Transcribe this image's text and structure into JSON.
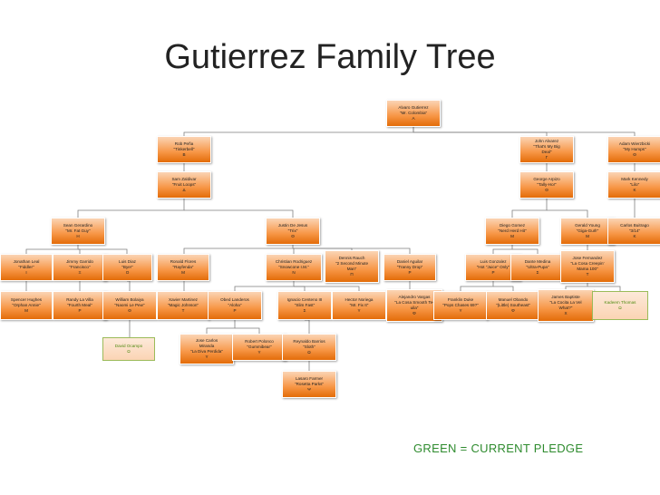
{
  "title": "Gutierrez Family Tree",
  "legend": "GREEN = CURRENT PLEDGE",
  "colors": {
    "node": "#f79646",
    "node_border": "#ffffff",
    "pledge_border": "#9bbb59",
    "pledge_text": "#4f8a10",
    "legend": "#2e8b2e",
    "connector": "#7f7f7f"
  },
  "nodes": [
    {
      "id": "n1",
      "text": "Alvaro Gutierrez\n\"Mr. Colombia\"\nA"
    },
    {
      "id": "n2",
      "text": "Rob Peña\n\"Tinkerbell\"\nB"
    },
    {
      "id": "n3",
      "text": "Sam Zaldivar\n\"Fruit Loops\"\nΔ"
    },
    {
      "id": "n4",
      "text": "John Alvarez\n\"That's My Big\nDeal\"\nΓ"
    },
    {
      "id": "n5",
      "text": "Adam Wierzbicki\n\"My Humps\"\nΘ"
    },
    {
      "id": "n6",
      "text": "George Arpizo\n\"Tally-Ho!\"\nΘ"
    },
    {
      "id": "n7",
      "text": "Mark Kennedy\n\"Lilo\"\nK"
    },
    {
      "id": "n8",
      "text": "Sean Gerardino\n\"Mr. Fat Guy\"\nH"
    },
    {
      "id": "n9",
      "text": "Justin De Jesus\n\"Trix\"\nΘ"
    },
    {
      "id": "n10",
      "text": "Diego Gomez\n\"Nerd Herd Hit\"\nM"
    },
    {
      "id": "n11",
      "text": "Gerald Young\n\"Giga-Gurl!\"\nM"
    },
    {
      "id": "n12",
      "text": "Carlos Buitrago\n\"3/14\"\nK"
    },
    {
      "id": "n13",
      "text": "Jonathan Leal\n\"Fiddler\"\nI"
    },
    {
      "id": "n14",
      "text": "Jimmy Garrido\n\"Francisco\"\nΞ"
    },
    {
      "id": "n15",
      "text": "Luis Diaz\n\"Bye!\"\nO"
    },
    {
      "id": "n16",
      "text": "Ronald Flores\n\"Rayfenda\"\nM"
    },
    {
      "id": "n17",
      "text": "Christian Rodriguez\n\"Snowcone I.M.\"\nN"
    },
    {
      "id": "n18",
      "text": "Dennis Rauch\n\"2 Second Minute\nMan\"\nΠ"
    },
    {
      "id": "n19",
      "text": "Daniel Aguilar\n\"Tranny Drop\"\nP"
    },
    {
      "id": "n20",
      "text": "Luis Gonzalez\n\"Hot \"Juice\" Only\"\nP"
    },
    {
      "id": "n21",
      "text": "Dante Medina\n\"Ultra-Pupa\"\nΣ"
    },
    {
      "id": "n22",
      "text": "Jose Fernandez\n\"La Cosa Creepin'\nMama 100\"\nT"
    },
    {
      "id": "n23",
      "text": "Spencer Hughes\n\"Orphan Annie\"\nM"
    },
    {
      "id": "n24",
      "text": "Randy La Villa\n\"Fourth Meal\"\nP"
    },
    {
      "id": "n25",
      "text": "William Bolaiya\n\"Naomi Le Pew\"\nΘ"
    },
    {
      "id": "n26",
      "text": "Xavier Martinez\n\"Magic Johnson\"\nT"
    },
    {
      "id": "n27",
      "text": "Obed Landeros\n\"Aloha\"\nP"
    },
    {
      "id": "n28",
      "text": "Ignacio Centeno III\n\"Slim Fast\"\nΣ"
    },
    {
      "id": "n29",
      "text": "Hector Noriega\n\"Mr. Fix It\"\nY"
    },
    {
      "id": "n30",
      "text": "Alejandro Vargas\n\"La Cosa Smooth Te-\nuila\"\nΦ"
    },
    {
      "id": "n31",
      "text": "Franklin Duke\n\"Pops Chases 69?\"\nY"
    },
    {
      "id": "n32",
      "text": "Manuel Obando\n\"(Little) Southeast\"\nΦ"
    },
    {
      "id": "n33",
      "text": "James Baptiste\n\"La Cocita La Vel\nWhat?\"\nX"
    },
    {
      "id": "n34",
      "text": "Kadeem Thomas\nΩ",
      "pledge": true
    },
    {
      "id": "n35",
      "text": "David Ocampo\nΩ",
      "pledge": true
    },
    {
      "id": "n36",
      "text": "Jose Carlos\nMiranda\n\"La Diva Perdida\"\nY"
    },
    {
      "id": "n37",
      "text": "Robert Polonco\n\"Gummibear\"\nY"
    },
    {
      "id": "n38",
      "text": "Reynaldo Barrios\n\"Sloth\"\nΩ"
    },
    {
      "id": "n39",
      "text": "Lasaro Farmer\n\"Rosetta Parks\"\nΨ"
    }
  ]
}
